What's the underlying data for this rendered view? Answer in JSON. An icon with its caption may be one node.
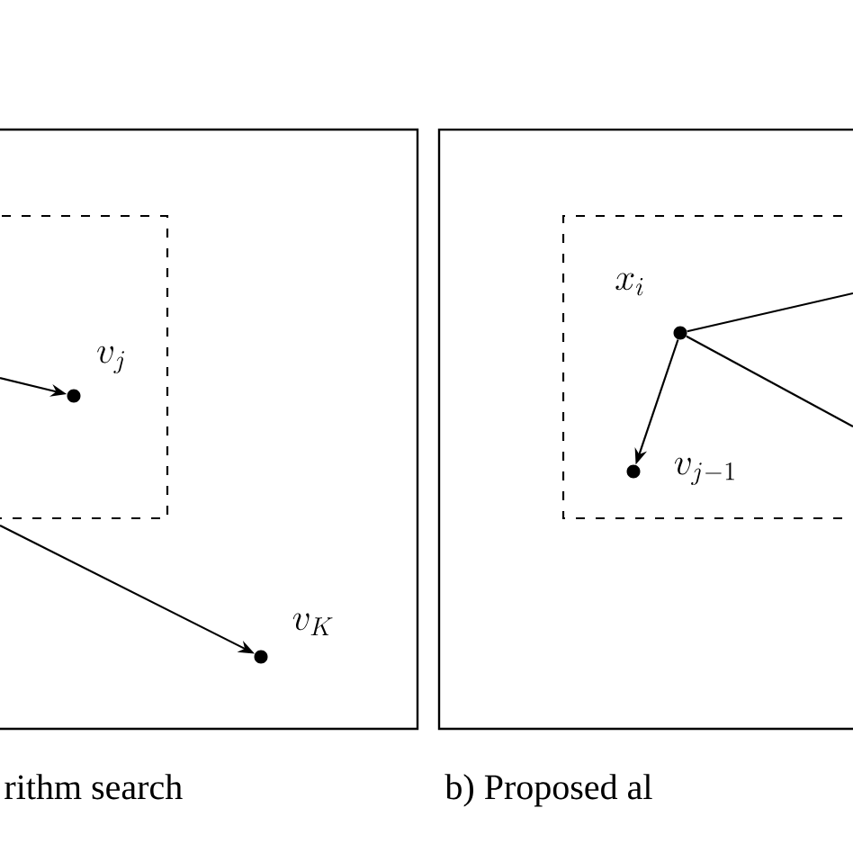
{
  "diagram": {
    "nodes": [
      {
        "text": [],
        "shape": "box"
      },
      {
        "text": [],
        "shape": "box",
        "in": 0
      },
      {
        "text": [],
        "shape": "circle",
        "beside": [
          "v_j"
        ],
        "in": 1
      },
      {
        "text": [],
        "shape": "circle",
        "beside": [
          "v_K"
        ],
        "in": 0
      },
      {
        "text": [],
        "shape": "box"
      },
      {
        "text": [],
        "shape": "box",
        "in": 4
      },
      {
        "text": [],
        "shape": "circle",
        "beside": [
          "x_i"
        ],
        "in": 5
      },
      {
        "text": [],
        "shape": "circle",
        "beside": [
          "v_{j-1}"
        ],
        "in": 5
      }
    ],
    "edges": [
      {
        "from": null,
        "to": 2,
        "arrow": "to"
      },
      {
        "from": null,
        "to": 3,
        "arrow": "to"
      },
      {
        "from": 6,
        "to": 7,
        "arrow": "to"
      },
      {
        "from": 6,
        "to": null,
        "arrow": "none"
      },
      {
        "from": 6,
        "to": null,
        "arrow": "none"
      }
    ],
    "labels": [
      "rithm search",
      "b) Proposed al"
    ]
  }
}
